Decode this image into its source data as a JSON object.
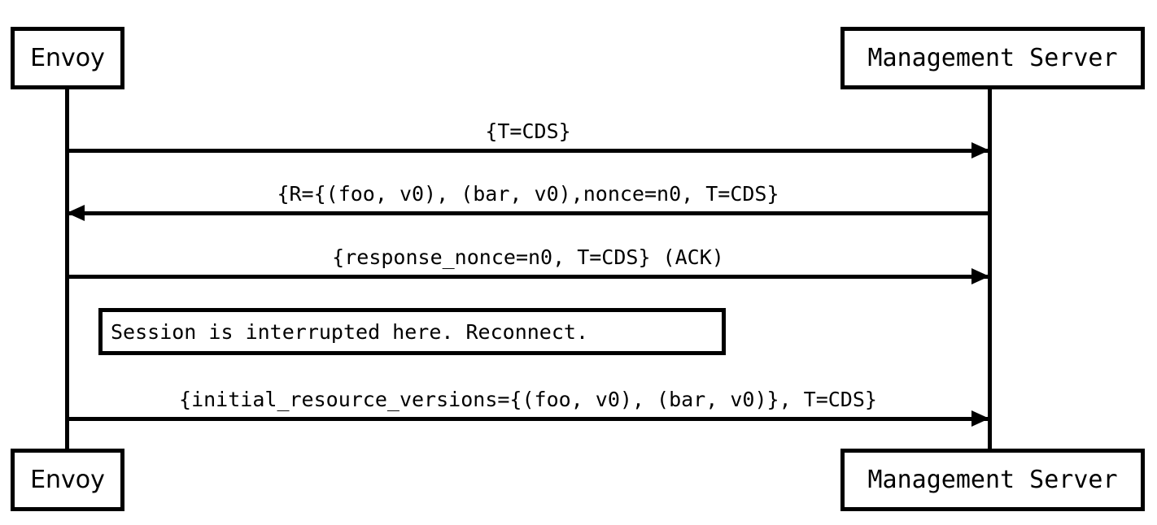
{
  "diagram": {
    "type": "sequence-diagram",
    "background_color": "#ffffff",
    "line_color": "#000000"
  },
  "participants": [
    {
      "id": "envoy",
      "label": "Envoy"
    },
    {
      "id": "management-server",
      "label": "Management Server"
    }
  ],
  "messages": [
    {
      "index": 1,
      "label": "{T=CDS}",
      "from": "envoy",
      "to": "management-server",
      "direction": "right"
    },
    {
      "index": 2,
      "label": "{R={(foo, v0), (bar, v0),nonce=n0, T=CDS}",
      "from": "management-server",
      "to": "envoy",
      "direction": "left"
    },
    {
      "index": 3,
      "label": "{response_nonce=n0, T=CDS} (ACK)",
      "from": "envoy",
      "to": "management-server",
      "direction": "right"
    },
    {
      "index": 4,
      "label": "{initial_resource_versions={(foo, v0), (bar, v0)}, T=CDS}",
      "from": "envoy",
      "to": "management-server",
      "direction": "right"
    }
  ],
  "note": {
    "text": "Session is interrupted here. Reconnect."
  }
}
